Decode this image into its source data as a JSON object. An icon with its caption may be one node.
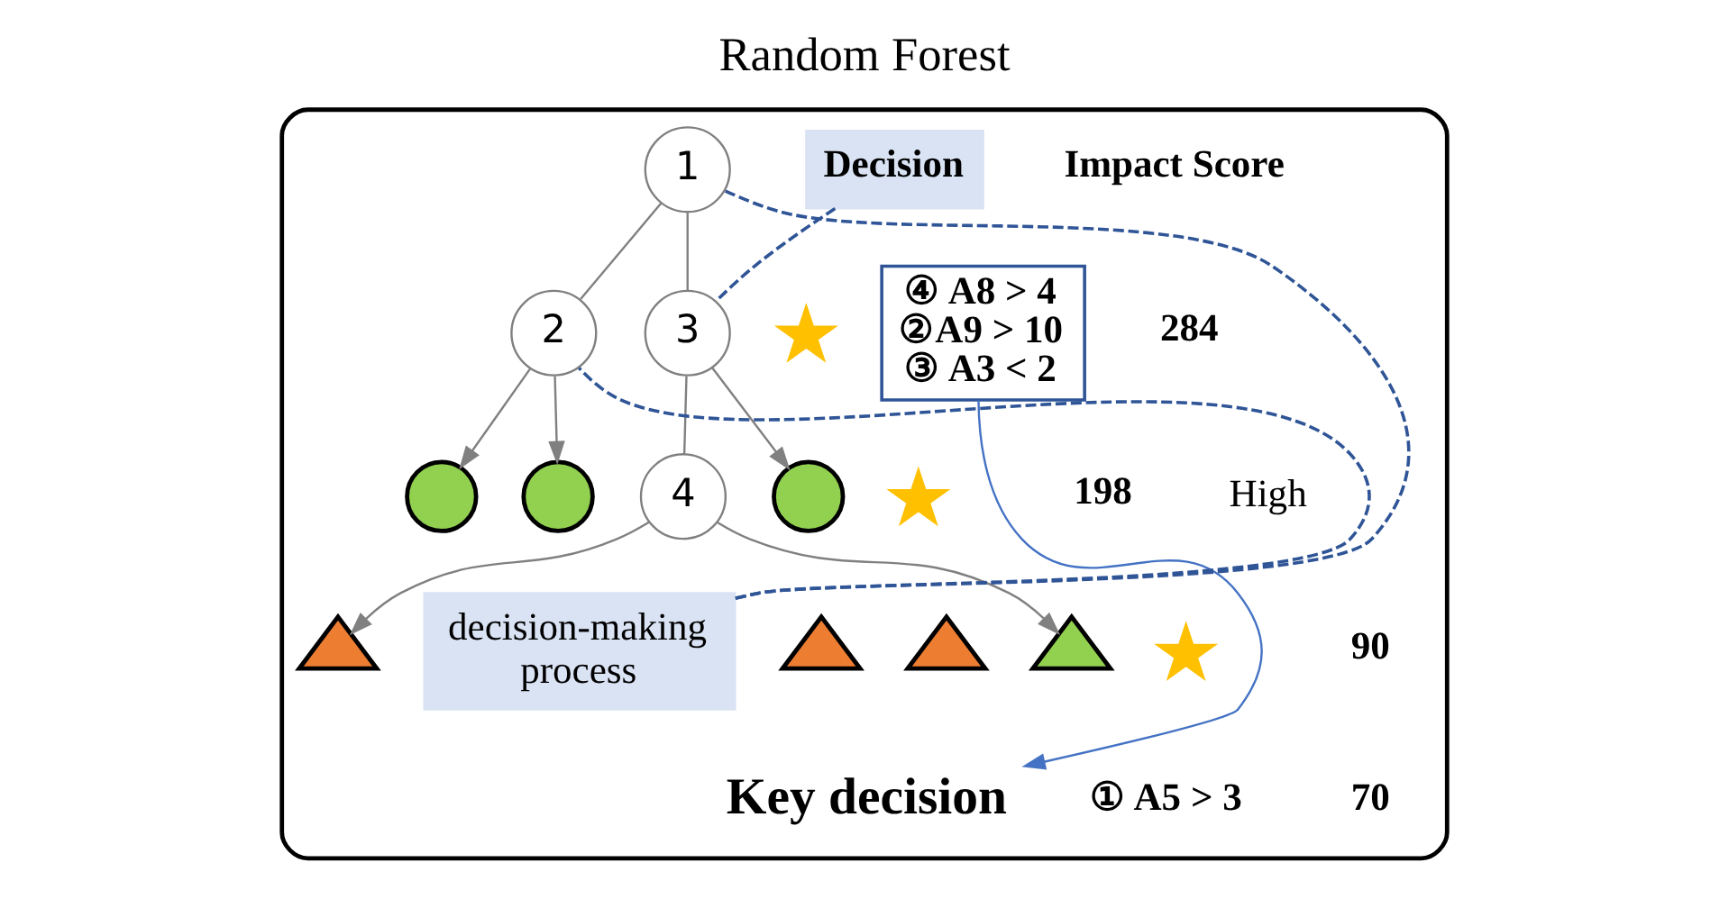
{
  "diagram": {
    "title": "Random Forest",
    "nodes": [
      {
        "text": [],
        "shape": "box"
      },
      {
        "text": [
          "1"
        ],
        "in": 0
      },
      {
        "text": [
          "2"
        ],
        "in": 0
      },
      {
        "text": [
          "3"
        ],
        "in": 0
      },
      {
        "text": [
          "4"
        ],
        "in": 0
      },
      {
        "text": [],
        "shape": "leaf",
        "in": 0
      },
      {
        "text": [],
        "shape": "leaf",
        "in": 0
      },
      {
        "text": [],
        "shape": "leaf",
        "in": 0
      },
      {
        "text": [],
        "shape": "triangle",
        "in": 0
      },
      {
        "text": [],
        "shape": "triangle",
        "in": 0
      },
      {
        "text": [],
        "shape": "triangle",
        "in": 0
      },
      {
        "text": [],
        "shape": "triangle",
        "in": 0
      },
      {
        "text": [
          "Decision"
        ],
        "in": 0
      },
      {
        "text": [
          "④ A8 > 4",
          "②A9 > 10",
          "③ A3 < 2"
        ],
        "in": 0
      },
      {
        "text": [
          "decision-making process"
        ],
        "in": 0
      },
      {
        "text": [
          "Key decision"
        ],
        "in": 0
      },
      {
        "text": [],
        "shape": "star",
        "in": 0
      },
      {
        "text": [],
        "shape": "star",
        "in": 0
      },
      {
        "text": [],
        "shape": "star",
        "in": 0
      }
    ],
    "edges": [
      {
        "from": 1,
        "to": 2,
        "arrow": "none"
      },
      {
        "from": 1,
        "to": 3,
        "arrow": "none"
      },
      {
        "from": 2,
        "to": 5,
        "arrow": "to"
      },
      {
        "from": 2,
        "to": 6,
        "arrow": "to"
      },
      {
        "from": 3,
        "to": 4,
        "arrow": "none"
      },
      {
        "from": 3,
        "to": 7,
        "arrow": "to"
      },
      {
        "from": 4,
        "to": 8,
        "arrow": "to"
      },
      {
        "from": 4,
        "to": 11,
        "arrow": "to"
      },
      {
        "from": 14,
        "to": 1,
        "arrow": "none",
        "style": "dashed",
        "color": "#2f5597"
      },
      {
        "from": 14,
        "to": 2,
        "arrow": "none",
        "style": "dashed",
        "color": "#2f5597"
      },
      {
        "from": 12,
        "to": 3,
        "arrow": "none",
        "style": "dashed",
        "color": "#2f5597"
      },
      {
        "from": 13,
        "to": 15,
        "arrow": "to",
        "color": "#4472c4"
      }
    ],
    "labels": [
      "Impact Score",
      "284",
      "198",
      "90",
      "① A5 > 3",
      "70",
      "High"
    ]
  }
}
